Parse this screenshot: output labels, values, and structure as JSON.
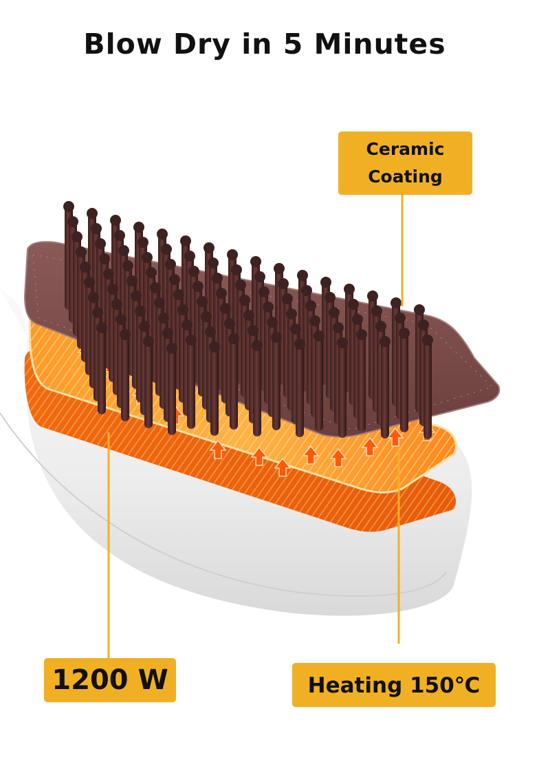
{
  "title": "Blow Dry in 5 Minutes",
  "callouts": {
    "ceramic_line1": "Ceramic",
    "ceramic_line2": "Coating",
    "power": "1200 W",
    "heating": "Heating 150℃"
  },
  "colors": {
    "callout_bg": "#f1b024",
    "leader_line": "#f1b024",
    "bristle": "#4a2a28",
    "plate": "#7a4a48",
    "heating_glow": "#ff8a1e",
    "body_shell": "#f1f1f1"
  },
  "icons": [
    "heat-arrow-icon"
  ]
}
